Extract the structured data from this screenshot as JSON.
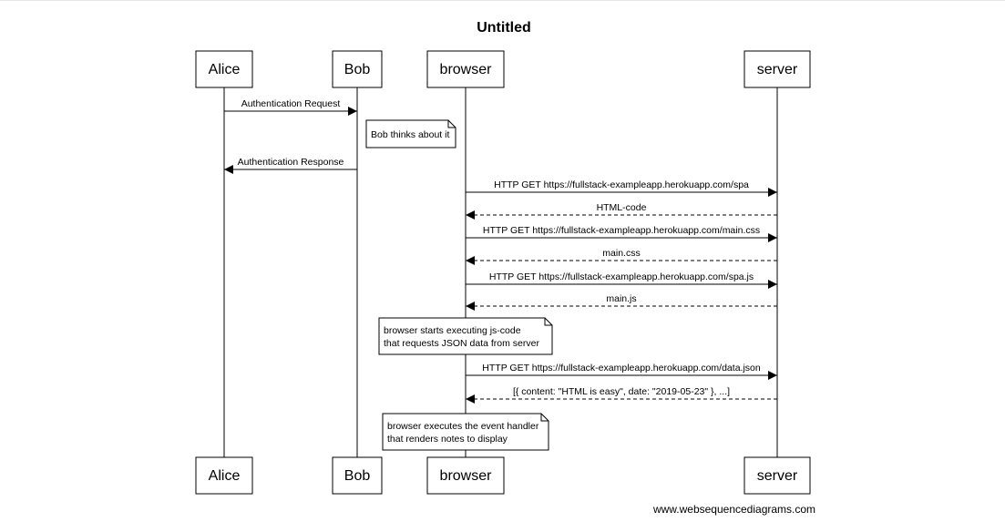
{
  "diagram": {
    "title": "Untitled",
    "watermark": "www.websequencediagrams.com",
    "participants": [
      {
        "id": "alice",
        "label": "Alice"
      },
      {
        "id": "bob",
        "label": "Bob"
      },
      {
        "id": "browser",
        "label": "browser"
      },
      {
        "id": "server",
        "label": "server"
      }
    ],
    "events": [
      {
        "kind": "message",
        "from": "alice",
        "to": "bob",
        "style": "solid",
        "text": "Authentication Request"
      },
      {
        "kind": "note",
        "over": "bob",
        "lines": [
          "Bob thinks about it"
        ]
      },
      {
        "kind": "message",
        "from": "bob",
        "to": "alice",
        "style": "solid",
        "text": "Authentication Response"
      },
      {
        "kind": "message",
        "from": "browser",
        "to": "server",
        "style": "solid",
        "text": "HTTP GET https://fullstack-exampleapp.herokuapp.com/spa"
      },
      {
        "kind": "message",
        "from": "server",
        "to": "browser",
        "style": "dashed",
        "text": "HTML-code"
      },
      {
        "kind": "message",
        "from": "browser",
        "to": "server",
        "style": "solid",
        "text": "HTTP GET https://fullstack-exampleapp.herokuapp.com/main.css"
      },
      {
        "kind": "message",
        "from": "server",
        "to": "browser",
        "style": "dashed",
        "text": "main.css"
      },
      {
        "kind": "message",
        "from": "browser",
        "to": "server",
        "style": "solid",
        "text": "HTTP GET https://fullstack-exampleapp.herokuapp.com/spa.js"
      },
      {
        "kind": "message",
        "from": "server",
        "to": "browser",
        "style": "dashed",
        "text": "main.js"
      },
      {
        "kind": "note",
        "over": "browser",
        "lines": [
          "browser starts executing js-code",
          "that requests JSON data from server"
        ]
      },
      {
        "kind": "message",
        "from": "browser",
        "to": "server",
        "style": "solid",
        "text": "HTTP GET https://fullstack-exampleapp.herokuapp.com/data.json"
      },
      {
        "kind": "message",
        "from": "server",
        "to": "browser",
        "style": "dashed",
        "text": "[{ content: \"HTML is easy\", date: \"2019-05-23\" }, ...]"
      },
      {
        "kind": "note",
        "over": "browser",
        "lines": [
          "browser executes the event handler",
          "that renders notes to display"
        ]
      }
    ]
  }
}
